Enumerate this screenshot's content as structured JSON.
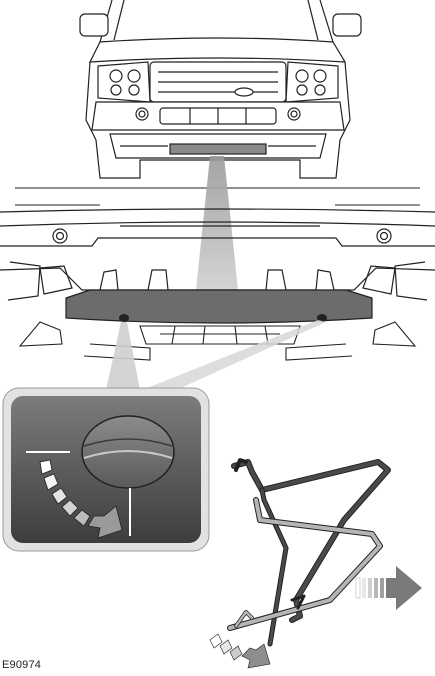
{
  "figure": {
    "code": "E90974"
  },
  "colors": {
    "line": "#222222",
    "panel_dark": "#505050",
    "panel_mid": "#6e6e6e",
    "bumper_grey": "#8a8a8a",
    "cover_grey": "#7a7a7a",
    "light_grey": "#bdbdbd",
    "frame_light": "#e2e2e2",
    "tool_dark": "#4a4a4a",
    "tool_light": "#b5b5b5"
  },
  "icons": [
    "vehicle-front-view",
    "bumper-detail",
    "tow-eye-cover-closeup",
    "rotation-arrow",
    "cover-removal-tool",
    "direction-arrow"
  ]
}
